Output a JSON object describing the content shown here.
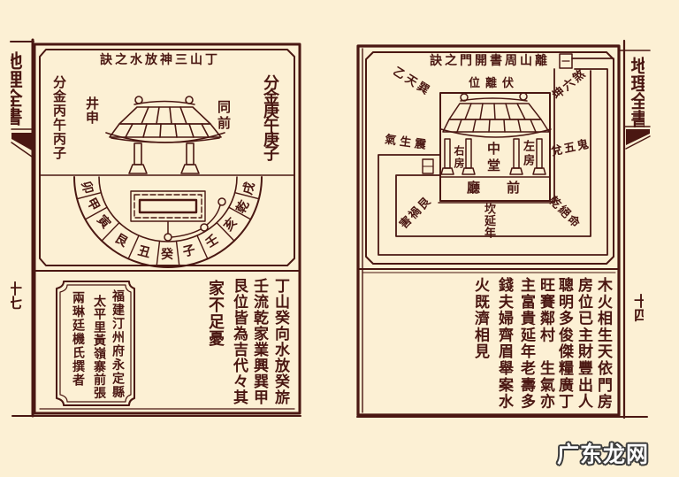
{
  "colors": {
    "paper": "#fcf0d4",
    "ink": "#4a1712",
    "watermark_text": "#ffffff",
    "watermark_outline": "#3a3a3a"
  },
  "left_page": {
    "gutter_title": "地理全書",
    "page_number": "十七",
    "title": "丁山三神放水之訣",
    "diagram_labels": {
      "outer_left": "分金丙午丙子",
      "inner_left": "井申",
      "inner_right": "同前",
      "outer_right": "分金庚午庚子"
    },
    "compass_ring": [
      "卯",
      "甲",
      "寅",
      "艮",
      "丑",
      "癸",
      "子",
      "壬",
      "亥",
      "乾",
      "戌"
    ],
    "cartouche_lines": [
      "福建汀州府永定縣",
      "太平里黃嶺寨前張",
      "兩琳廷機氏撰者"
    ],
    "text_columns": [
      "丁山癸向水放癸旂",
      "壬流乾家業興巽甲",
      "艮位皆為吉代々其",
      "家不足憂"
    ]
  },
  "right_page": {
    "gutter_title": "地理全書",
    "page_number": "十四",
    "title": "離山周書開門之訣",
    "direction_labels": {
      "top_left": "巽天乙",
      "top": "伏離位",
      "top_right": "坤六煞",
      "left": "震生氣",
      "right": "兌五鬼",
      "bottom_left": "艮禍害",
      "bottom": "坎延年",
      "bottom_right": "乾絕命"
    },
    "building_labels": {
      "right_room": "右房",
      "center_hall": "中堂",
      "left_room": "左房",
      "front_hall": "前廳"
    },
    "text_columns": [
      "木火相生天依門房",
      "房位已主財豐出人",
      "聰明多俊傑糧廣丁",
      "旺賽鄰村　生氣亦",
      "主富貴延年老壽多",
      "錢夫婦齊眉舉案水",
      "火既濟相見"
    ]
  },
  "watermark": "广东龙网"
}
